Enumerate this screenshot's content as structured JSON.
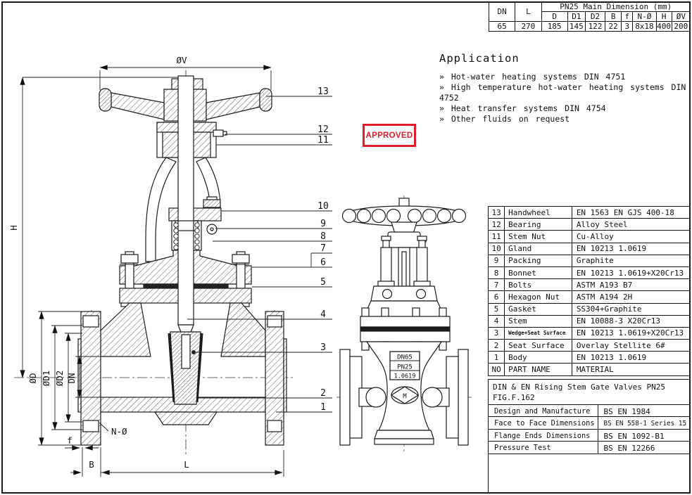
{
  "frame": {
    "border_color": "#1a1a1a",
    "bg": "#ffffff"
  },
  "dim_table": {
    "dn": "DN",
    "l": "L",
    "header": "PN25 Main Dimension (mm)",
    "cols": [
      "D",
      "D1",
      "D2",
      "B",
      "f",
      "N-Ø",
      "H",
      "ØV"
    ],
    "values": [
      "65",
      "270",
      "185",
      "145",
      "122",
      "22",
      "3",
      "8x18",
      "400",
      "200"
    ]
  },
  "application": {
    "title": "Application",
    "items": [
      "» Hot-water heating systems DIN 4751",
      "» High temperature hot-water heating systems DIN 4752",
      "» Heat transfer systems DIN 4754",
      "» Other fluids on request"
    ]
  },
  "stamp": {
    "label": "APPROVED",
    "color": "#e11d2b"
  },
  "parts_table": {
    "no_h": "NO",
    "part_h": "PART NAME",
    "mat_h": "MATERIAL",
    "rows": [
      {
        "no": "13",
        "part": "Handwheel",
        "material": "EN 1563 EN GJS 400-18"
      },
      {
        "no": "12",
        "part": "Bearing",
        "material": "Alloy Steel"
      },
      {
        "no": "11",
        "part": "Stem Nut",
        "material": "Cu-Alloy"
      },
      {
        "no": "10",
        "part": "Gland",
        "material": "EN 10213 1.0619"
      },
      {
        "no": "9",
        "part": "Packing",
        "material": "Graphite"
      },
      {
        "no": "8",
        "part": "Bonnet",
        "material": "EN 10213 1.0619+X20Cr13"
      },
      {
        "no": "7",
        "part": "Bolts",
        "material": "ASTM A193 B7"
      },
      {
        "no": "6",
        "part": "Hexagon Nut",
        "material": "ASTM A194 2H"
      },
      {
        "no": "5",
        "part": "Gasket",
        "material": "SS304+Graphite"
      },
      {
        "no": "4",
        "part": "Stem",
        "material": "EN 10088-3 X20Cr13"
      },
      {
        "no": "3",
        "part": "Wedge+Seat Surface",
        "material": "EN 10213 1.0619+X20Cr13"
      },
      {
        "no": "2",
        "part": "Seat Surface",
        "material": "Overlay Stellite 6#"
      },
      {
        "no": "1",
        "part": "Body",
        "material": "EN 10213 1.0619"
      }
    ]
  },
  "title_block": {
    "line1": "DIN & EN Rising Stem Gate Valves PN25",
    "line2": "FIG.F.162",
    "rows": [
      {
        "label": "Design and Manufacture",
        "value": "BS EN 1984"
      },
      {
        "label": "Face to Face Dimensions",
        "value": "BS EN 558-1 Series 15"
      },
      {
        "label": "Flange Ends Dimensions",
        "value": "BS EN 1092-B1"
      },
      {
        "label": "Pressure Test",
        "value": "BS EN 12266"
      }
    ]
  },
  "drawing": {
    "callouts": {
      "c1": "1",
      "c2": "2",
      "c3": "3",
      "c4": "4",
      "c5": "5",
      "c6": "6",
      "c7": "7",
      "c8": "8",
      "c9": "9",
      "c10": "10",
      "c11": "11",
      "c12": "12",
      "c13": "13"
    },
    "dims": {
      "ov": "ØV",
      "h": "H",
      "od": "ØD",
      "od1": "ØD1",
      "od2": "ØD2",
      "dn": "DN",
      "n": "N-Ø",
      "f": "f",
      "b": "B",
      "l": "L"
    },
    "nameplate": {
      "l1": "DN65",
      "l2": "PN25",
      "l3": "1.0619"
    },
    "logo": "M"
  }
}
